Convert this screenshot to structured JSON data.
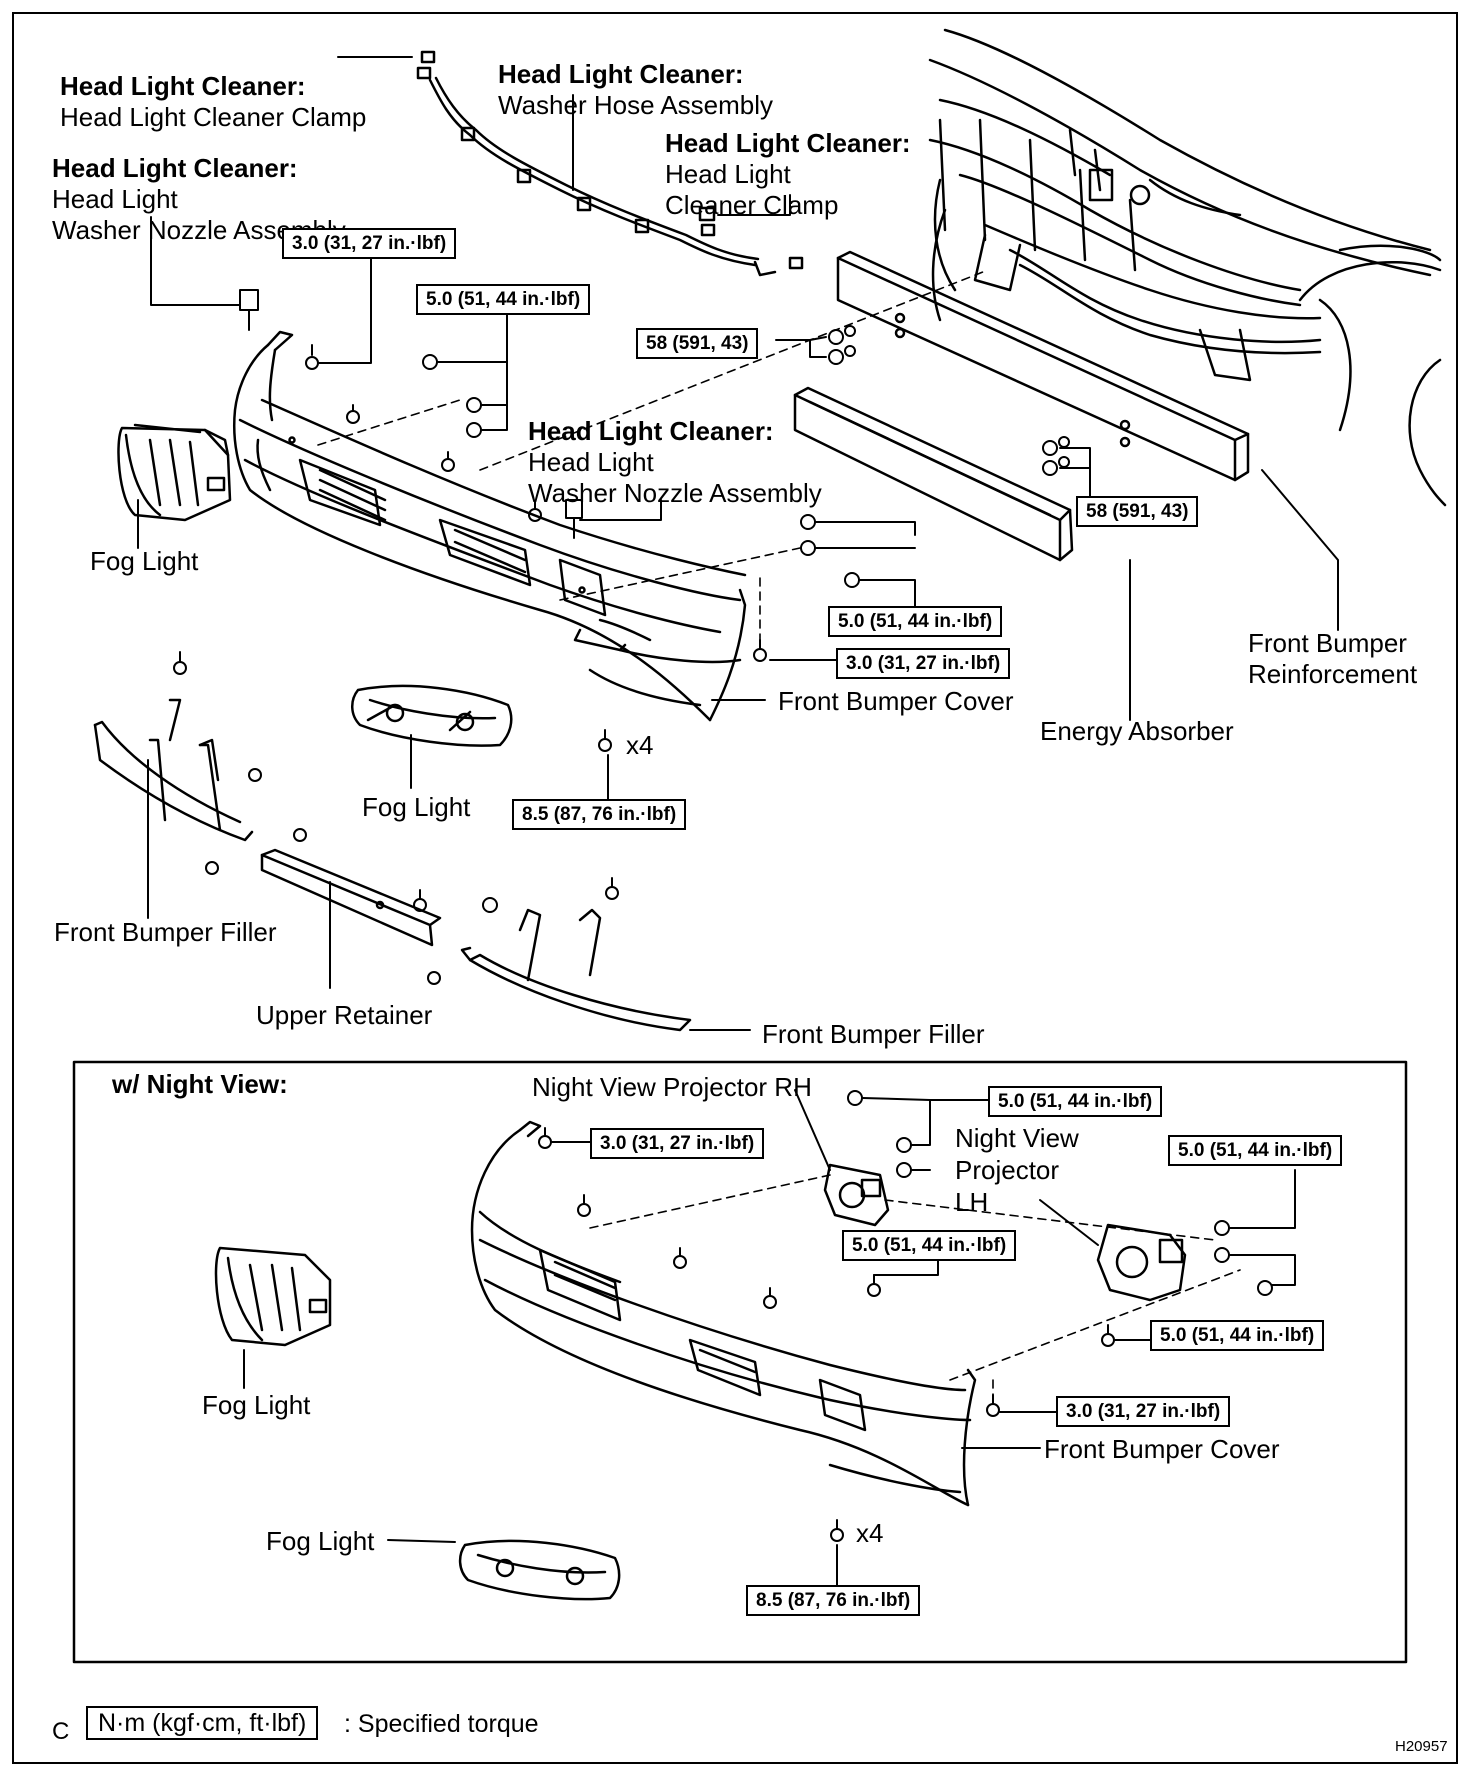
{
  "labels": {
    "hlc_clamp_top": {
      "title": "Head Light Cleaner:",
      "text": "Head Light Cleaner Clamp"
    },
    "hlc_hose": {
      "title": "Head Light Cleaner:",
      "text": "Washer Hose Assembly"
    },
    "hlc_clamp_right": {
      "title": "Head Light Cleaner:",
      "text": "Head Light\nCleaner Clamp"
    },
    "hlc_nozzle_left": {
      "title": "Head Light Cleaner:",
      "text": "Head Light\nWasher Nozzle Assembly"
    },
    "hlc_nozzle_mid": {
      "title": "Head Light Cleaner:",
      "text": "Head Light\nWasher Nozzle Assembly"
    },
    "fog_light_1": "Fog Light",
    "fog_light_2": "Fog Light",
    "front_bumper_cover_1": "Front Bumper Cover",
    "energy_absorber": "Energy Absorber",
    "front_bumper_reinforcement": "Front Bumper\nReinforcement",
    "front_bumper_filler_1": "Front Bumper Filler",
    "front_bumper_filler_2": "Front Bumper Filler",
    "upper_retainer": "Upper Retainer",
    "night_view_projector_rh": "Night View Projector RH",
    "night_view_projector_lh": "Night View\nProjector\nLH",
    "fog_light_3": "Fog Light",
    "fog_light_4": "Fog Light",
    "front_bumper_cover_2": "Front Bumper Cover"
  },
  "torques": {
    "t1": "3.0 (31, 27 in.·lbf)",
    "t2": "5.0 (51, 44 in.·lbf)",
    "t3": "58 (591, 43)",
    "t4": "58 (591, 43)",
    "t5": "5.0 (51, 44 in.·lbf)",
    "t6": "3.0 (31, 27 in.·lbf)",
    "t7": "8.5 (87, 76 in.·lbf)",
    "t8": "5.0 (51, 44 in.·lbf)",
    "t9": "3.0 (31, 27 in.·lbf)",
    "t10": "5.0 (51, 44 in.·lbf)",
    "t11": "5.0 (51, 44 in.·lbf)",
    "t12": "5.0 (51, 44 in.·lbf)",
    "t13": "3.0 (31, 27 in.·lbf)",
    "t14": "8.5 (87, 76 in.·lbf)"
  },
  "multipliers": {
    "m1": "x4",
    "m2": "x4"
  },
  "night_view": {
    "title": "w/ Night View:"
  },
  "legend": {
    "letter": "C",
    "box": "N·m (kgf·cm, ft·lbf)",
    "text": ": Specified torque"
  },
  "figure_id": "H20957"
}
